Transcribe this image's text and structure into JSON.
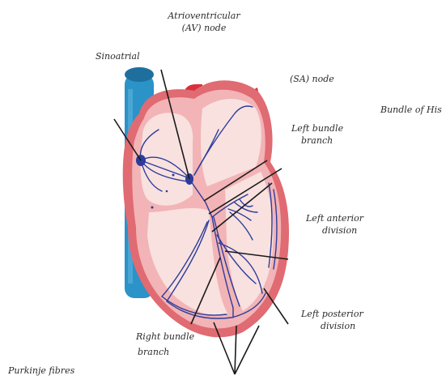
{
  "labels": {
    "av_node_line1": "Atrioventricular",
    "av_node_line2": "(AV) node",
    "sinoatrial": "Sinoatrial",
    "sa_node": "(SA) node",
    "bundle_of_his": "Bundle of His",
    "left_bundle_line1": "Left bundle",
    "left_bundle_line2": "branch",
    "left_anterior_line1": "Left anterior",
    "left_anterior_line2": "division",
    "left_posterior_line1": "Left posterior",
    "left_posterior_line2": "division",
    "right_bundle_line1": "Right bundle",
    "right_bundle_line2": "branch",
    "purkinje": "Purkinje fibres"
  },
  "colors": {
    "heart_outer": "#e06b72",
    "heart_wall": "#f2b4b6",
    "chamber": "#f8e1df",
    "conduction": "#2d3c9a",
    "vessel_blue": "#2b93c8",
    "vessel_red": "#d9303d",
    "leader_line": "#1a1a1a"
  }
}
